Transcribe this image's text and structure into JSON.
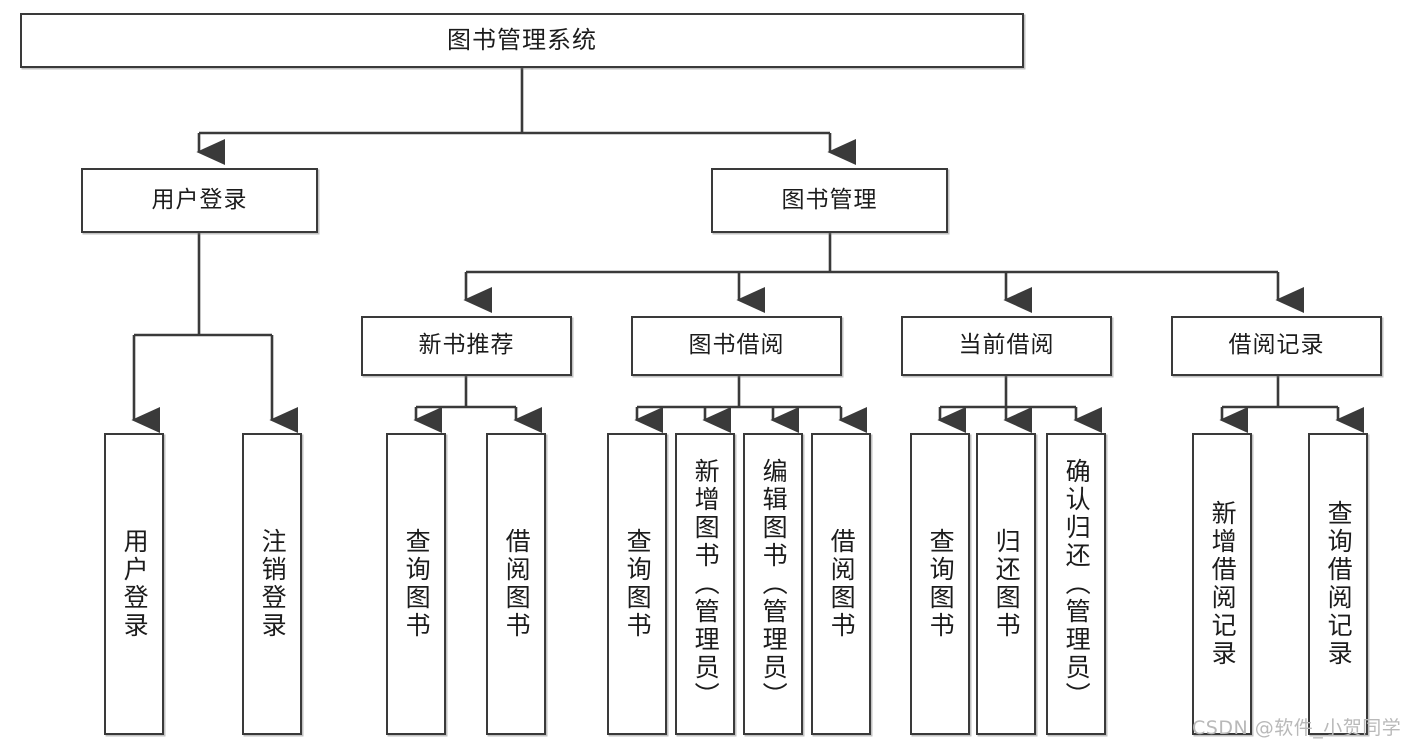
{
  "diagram": {
    "title": "图书管理系统",
    "watermark": "CSDN @软件_小贺同学",
    "line_color": "#3a3a3a",
    "box_fill": "#ffffff",
    "text_color": "#1c1c1c",
    "nodes": {
      "root": {
        "label": "图书管理系统"
      },
      "level2": [
        {
          "id": "user-login",
          "label": "用户登录"
        },
        {
          "id": "book-manage",
          "label": "图书管理"
        }
      ],
      "level3": [
        {
          "id": "new-book-recommend",
          "label": "新书推荐"
        },
        {
          "id": "book-borrow",
          "label": "图书借阅"
        },
        {
          "id": "current-borrow",
          "label": "当前借阅"
        },
        {
          "id": "borrow-record",
          "label": "借阅记录"
        }
      ],
      "leaves": {
        "user_login": [
          {
            "id": "leaf-user-login",
            "label": "用户登录"
          },
          {
            "id": "leaf-logout-login",
            "label": "注销登录"
          }
        ],
        "new_book_recommend": [
          {
            "id": "leaf-query-book-1",
            "label": "查询图书"
          },
          {
            "id": "leaf-borrow-book-1",
            "label": "借阅图书"
          }
        ],
        "book_borrow": [
          {
            "id": "leaf-query-book-2",
            "label": "查询图书"
          },
          {
            "id": "leaf-add-book",
            "label": "新增图书（管理员）"
          },
          {
            "id": "leaf-edit-book",
            "label": "编辑图书（管理员）"
          },
          {
            "id": "leaf-borrow-book-2",
            "label": "借阅图书"
          }
        ],
        "current_borrow": [
          {
            "id": "leaf-query-book-3",
            "label": "查询图书"
          },
          {
            "id": "leaf-return-book",
            "label": "归还图书"
          },
          {
            "id": "leaf-confirm-return",
            "label": "确认归还（管理员）"
          }
        ],
        "borrow_record": [
          {
            "id": "leaf-add-record",
            "label": "新增借阅记录"
          },
          {
            "id": "leaf-query-record",
            "label": "查询借阅记录"
          }
        ]
      }
    }
  }
}
